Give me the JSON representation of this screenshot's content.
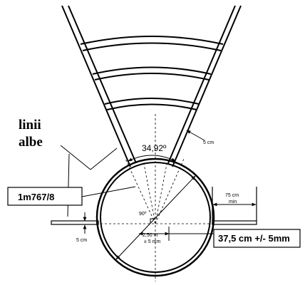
{
  "labels": {
    "white_lines": [
      "linii",
      "albe"
    ],
    "shoe_mark": "1m767/8",
    "sector_angle": "34,92º",
    "line_width": "5 cm",
    "min_distance": "75 cm",
    "min_distance_unit": "min",
    "right_angle": "90º",
    "diameter_value": "2,50 m",
    "diameter_tolerance": "± 5 mm",
    "toe_board_width": "5 cm",
    "offset": "37,5 cm +/- 5mm"
  }
}
